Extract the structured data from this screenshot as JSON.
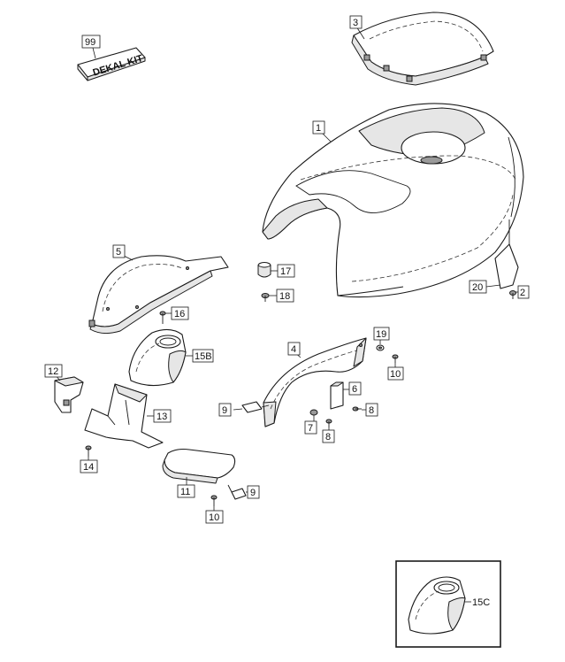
{
  "callouts": {
    "c99": "99",
    "c3": "3",
    "c1": "1",
    "c5": "5",
    "c17": "17",
    "c18": "18",
    "c20": "20",
    "c2": "2",
    "c16": "16",
    "c15b": "15B",
    "c4": "4",
    "c19": "19",
    "c10a": "10",
    "c12": "12",
    "c6": "6",
    "c9a": "9",
    "c8a": "8",
    "c7": "7",
    "c8b": "8",
    "c13": "13",
    "c14": "14",
    "c11": "11",
    "c9b": "9",
    "c10b": "10",
    "c15c": "15C"
  },
  "labels": {
    "decal_kit": "DEKAL KIT"
  },
  "icons": {
    "hood": "hood-cover-icon",
    "seat_cover": "seat-cover-icon",
    "decal": "decal-kit-icon"
  },
  "colors": {
    "line": "#1a1a1a",
    "background": "#ffffff",
    "shade": "#e6e6e6"
  }
}
